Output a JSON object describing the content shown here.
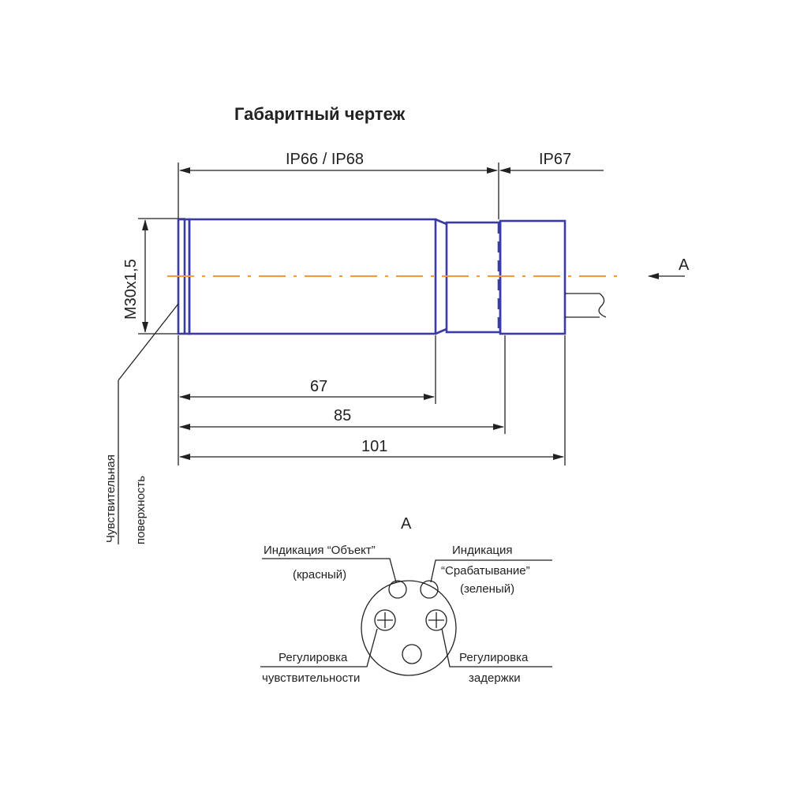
{
  "title": "Габаритный чертеж",
  "protection": {
    "left": "IP66 / IP68",
    "right": "IP67"
  },
  "thread": "M30x1,5",
  "dimensions": {
    "d1": "67",
    "d2": "85",
    "d3": "101"
  },
  "view_marker": "A",
  "sensitive_surface": {
    "line1": "Чувствительная",
    "line2": "поверхность"
  },
  "rear_view": {
    "label": "A",
    "indicator_object_line1": "Индикация “Объект”",
    "indicator_object_line2": "(красный)",
    "indicator_trigger_line1": "Индикация",
    "indicator_trigger_line2": "“Срабатывание”",
    "indicator_trigger_line3": "(зеленый)",
    "sensitivity_line1": "Регулировка",
    "sensitivity_line2": "чувствительности",
    "delay_line1": "Регулировка",
    "delay_line2": "задержки"
  },
  "colors": {
    "body_outline": "#3a3aa8",
    "axis_line": "#f39a3c",
    "lines": "#222222"
  }
}
